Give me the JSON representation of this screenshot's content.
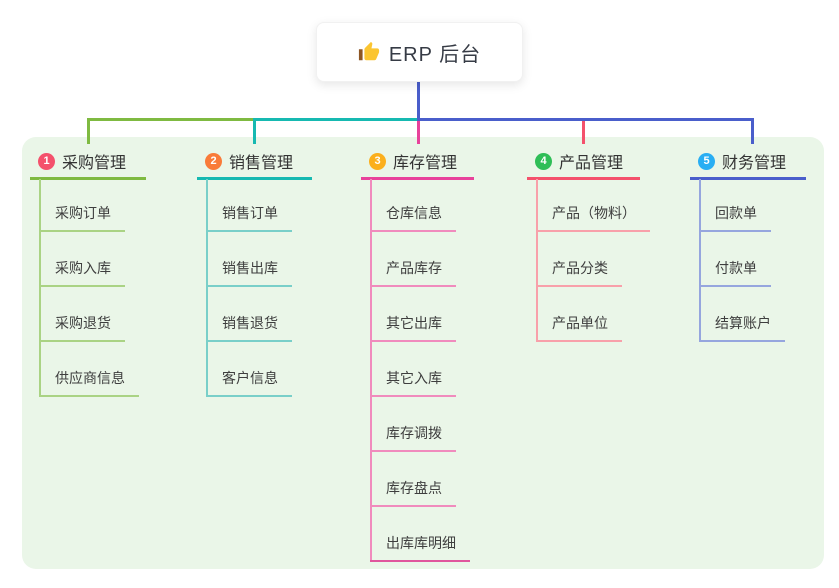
{
  "root": {
    "label": "ERP 后台",
    "icon": "thumbs-up-icon"
  },
  "connector_color": "#4a5ecb",
  "panel_color": "#eaf6e8",
  "branches": [
    {
      "badge": "1",
      "label": "采购管理",
      "badge_color": "#f4516c",
      "line_color": "#7fba41",
      "child_line_color": "#aad384",
      "children": [
        "采购订单",
        "采购入库",
        "采购退货",
        "供应商信息"
      ]
    },
    {
      "badge": "2",
      "label": "销售管理",
      "badge_color": "#f97b39",
      "line_color": "#16b9b1",
      "child_line_color": "#79cfc9",
      "children": [
        "销售订单",
        "销售出库",
        "销售退货",
        "客户信息"
      ]
    },
    {
      "badge": "3",
      "label": "库存管理",
      "badge_color": "#fbaf1c",
      "line_color": "#e8429b",
      "child_line_color": "#f08bbd",
      "last_line_color": "#e0569d",
      "children": [
        "仓库信息",
        "产品库存",
        "其它出库",
        "其它入库",
        "库存调拨",
        "库存盘点",
        "出库库明细"
      ]
    },
    {
      "badge": "4",
      "label": "产品管理",
      "badge_color": "#2fbe57",
      "line_color": "#f4516c",
      "child_line_color": "#f8a0aa",
      "children": [
        "产品（物料）",
        "产品分类",
        "产品单位"
      ]
    },
    {
      "badge": "5",
      "label": "财务管理",
      "badge_color": "#29aef3",
      "line_color": "#4a5ecb",
      "child_line_color": "#96a6de",
      "children": [
        "回款单",
        "付款单",
        "结算账户"
      ]
    }
  ]
}
